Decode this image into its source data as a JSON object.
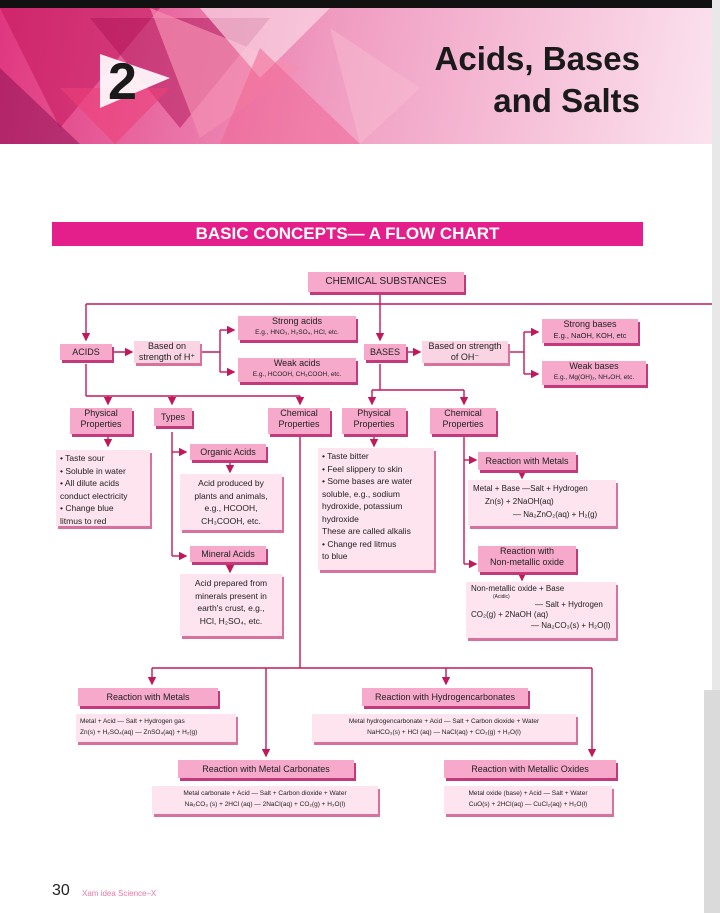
{
  "header": {
    "chapter_number": "2",
    "title_line1": "Acids, Bases",
    "title_line2": "and Salts"
  },
  "section_title": "BASIC CONCEPTS— A FLOW CHART",
  "colors": {
    "magenta": "#e41e8a",
    "pink_box": "#f7a9cb",
    "light_box": "#fde4ee",
    "shadow": "#c23a7b"
  },
  "flow": {
    "root": "CHEMICAL SUBSTANCES",
    "acids": "ACIDS",
    "acids_based_on": [
      "Based on",
      "strength of H⁺"
    ],
    "strong_acids": [
      "Strong acids",
      "E.g., HNO₃, H₂SO₄,  HCl, etc."
    ],
    "weak_acids": [
      "Weak acids",
      "E.g., HCOOH, CH₃COOH, etc."
    ],
    "bases": "BASES",
    "bases_based_on": [
      "Based on strength",
      "of OH⁻"
    ],
    "strong_bases": [
      "Strong bases",
      "E.g., NaOH,  KOH, etc"
    ],
    "weak_bases": [
      "Weak bases",
      "E.g., Mg(OH)₂, NH₄OH, etc."
    ],
    "acid_physical": [
      "Physical",
      "Properties"
    ],
    "acid_types": "Types",
    "acid_chemical": [
      "Chemical",
      "Properties"
    ],
    "base_physical": [
      "Physical",
      "Properties"
    ],
    "base_chemical": [
      "Chemical",
      "Properties"
    ],
    "acid_phys_list": [
      "• Taste sour",
      "• Soluble in water",
      "• All dilute acids",
      "   conduct electricity",
      "• Change blue",
      "   litmus to red"
    ],
    "organic_acids": "Organic Acids",
    "organic_desc": [
      "Acid produced by",
      "plants and animals,",
      "e.g., HCOOH,",
      "CH₃COOH, etc."
    ],
    "mineral_acids": "Mineral Acids",
    "mineral_desc": [
      "Acid prepared from",
      "minerals present in",
      "earth's crust, e.g.,",
      "HCl, H₂SO₄, etc."
    ],
    "base_phys_list": [
      "• Taste bitter",
      "• Feel slippery to skin",
      "• Some bases are water",
      "   soluble, e.g., sodium",
      "   hydroxide, potassium",
      "   hydroxide",
      "   These are called alkalis",
      "• Change red litmus",
      "   to blue"
    ],
    "reaction_metals_base": "Reaction with Metals",
    "reaction_metals_base_desc": [
      "Metal + Base —Salt + Hydrogen",
      "Zn(s) + 2NaOH(aq)",
      "— Na₂ZnO₂(aq) + H₂(g)"
    ],
    "reaction_nonmetal": [
      "Reaction with",
      "Non-metallic oxide"
    ],
    "reaction_nonmetal_desc": [
      "Non-metallic oxide + Base",
      "(Acidic)",
      "— Salt + Hydrogen",
      "CO₂(g) + 2NaOH (aq)",
      "— Na₂CO₃(s) + H₂O(l)"
    ],
    "reaction_metals_acid": "Reaction with Metals",
    "reaction_metals_acid_desc": [
      "Metal + Acid  —  Salt + Hydrogen gas",
      "Zn(s) + H₂SO₄(aq)  —  ZnSO₄(aq) + H₂(g)"
    ],
    "reaction_hydrogencarbonates": "Reaction with Hydrogencarbonates",
    "reaction_hydrogencarbonates_desc": [
      "Metal hydrogencarbonate + Acid  —  Salt + Carbon dioxide + Water",
      "NaHCO₃(s) + HCl (aq) — NaCl(aq) + CO₂(g) + H₂O(l)"
    ],
    "reaction_carbonates": "Reaction with Metal Carbonates",
    "reaction_carbonates_desc": [
      "Metal carbonate + Acid  —  Salt + Carbon dioxide + Water",
      "Na₂CO₃ (s) + 2HCl (aq) — 2NaCl(aq) + CO₂(g) + H₂O(l)"
    ],
    "reaction_metallic_oxides": "Reaction with Metallic Oxides",
    "reaction_metallic_oxides_desc": [
      "Metal oxide  (base) + Acid — Salt + Water",
      "CuO(s) + 2HCl(aq)  —  CuCl₂(aq) + H₂O(l)"
    ]
  },
  "footer": {
    "page_number": "30",
    "book": "Xam idea Science–X"
  }
}
